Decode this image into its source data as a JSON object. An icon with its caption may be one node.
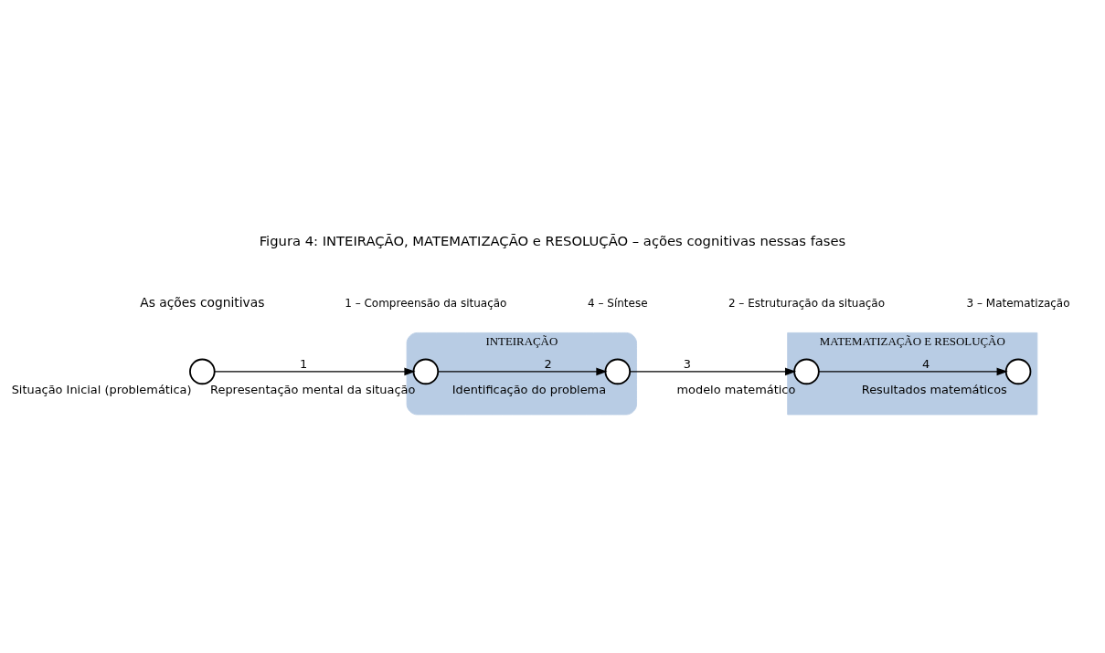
{
  "diagram": {
    "title": "Figura 4: INTEIRAÇÃO, MATEMATIZAÇÃO e RESOLUÇÃO – ações cognitivas nessas fases",
    "nodes": [
      {
        "text": [
          "INTEIRAÇÃO"
        ]
      },
      {
        "text": [
          "MATEMATIZAÇÃO E RESOLUÇÃO"
        ]
      },
      {
        "text": [],
        "shape": "circle",
        "beside": [
          "Situação Inicial (problemática)"
        ]
      },
      {
        "text": [],
        "shape": "circle",
        "beside": [
          "Representação mental da situação"
        ],
        "in": 0
      },
      {
        "text": [],
        "shape": "circle",
        "beside": [
          "Identificação do problema"
        ],
        "in": 0
      },
      {
        "text": [],
        "shape": "circle",
        "beside": [
          "modelo matemático"
        ],
        "in": 1
      },
      {
        "text": [],
        "shape": "circle",
        "beside": [
          "Resultados matemáticos"
        ],
        "in": 1
      }
    ],
    "edges": [
      {
        "from": 2,
        "to": 3,
        "arrow": "to",
        "label": "1"
      },
      {
        "from": 3,
        "to": 4,
        "arrow": "to",
        "label": "2"
      },
      {
        "from": 4,
        "to": 5,
        "arrow": "to",
        "label": "3"
      },
      {
        "from": 5,
        "to": 6,
        "arrow": "to",
        "label": "4"
      }
    ],
    "labels": [
      "As ações cognitivas",
      "1 – Compreensão da situação",
      "4 – Síntese",
      "2 – Estruturação da situação",
      "3 – Matematização"
    ]
  }
}
